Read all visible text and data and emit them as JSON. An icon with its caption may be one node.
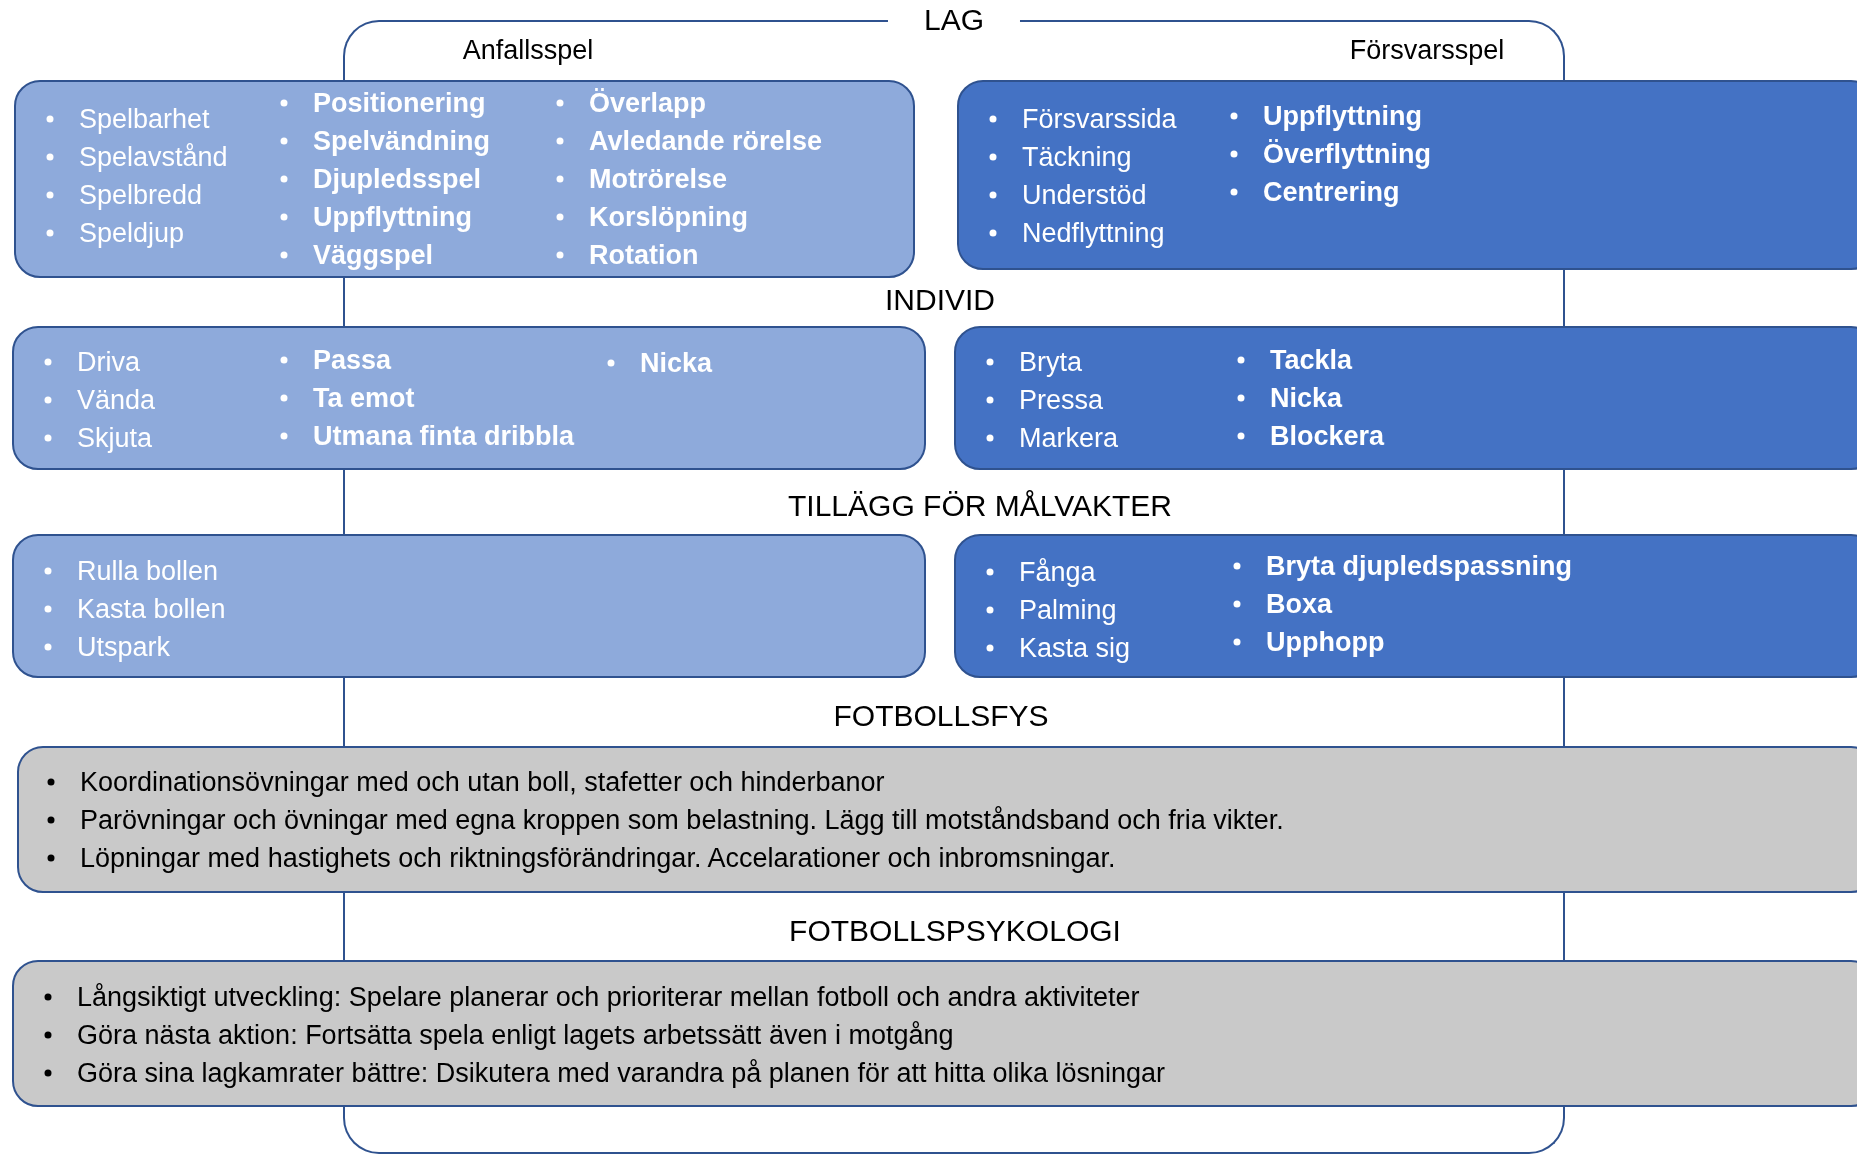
{
  "diagram": {
    "nodes": [
      {
        "text": [
          "LAG"
        ]
      },
      {
        "text": [
          "Spelbarhet",
          "Spelavstånd",
          "Spelbredd",
          "Speldjup",
          "Positionering",
          "Spelvändning",
          "Djupledsspel",
          "Uppflyttning",
          "Väggspel",
          "Överlapp",
          "Avledande rörelse",
          "Motrörelse",
          "Korslöpning",
          "Rotation"
        ]
      },
      {
        "text": [
          "Försvarssida",
          "Täckning",
          "Understöd",
          "Nedflyttning",
          "Uppflyttning",
          "Överflyttning",
          "Centrering"
        ]
      },
      {
        "text": [
          "Driva",
          "Vända",
          "Skjuta",
          "Passa",
          "Ta emot",
          "Utmana finta dribbla",
          "Nicka"
        ]
      },
      {
        "text": [
          "Bryta",
          "Pressa",
          "Markera",
          "Tackla",
          "Nicka",
          "Blockera"
        ]
      },
      {
        "text": [
          "Rulla bollen",
          "Kasta bollen",
          "Utspark"
        ]
      },
      {
        "text": [
          "Fånga",
          "Palming",
          "Kasta sig",
          "Bryta djupledspassning",
          "Boxa",
          "Upphopp"
        ]
      },
      {
        "text": [
          "Koordinationsövningar med och utan boll, stafetter och hinderbanor",
          "Parövningar och övningar med egna kroppen som belastning. Lägg till motståndsband och fria vikter.",
          "Löpningar med hastighets och riktningsförändringar. Accelarationer och inbromsningar."
        ]
      },
      {
        "text": [
          "Långsiktigt utveckling: Spelare planerar och prioriterar mellan fotboll och andra aktiviteter",
          "Göra nästa aktion: Fortsätta spela enligt lagets arbetssätt även i motgång",
          "Göra sina lagkamrater bättre: Dsikutera med varandra på planen för att hitta olika lösningar"
        ]
      }
    ],
    "labels": [
      "Anfallsspel",
      "Försvarsspel",
      "INDIVID",
      "TILLÄGG FÖR MÅLVAKTER",
      "FOTBOLLSFYS",
      "FOTBOLLSPSYKOLOGI"
    ]
  }
}
